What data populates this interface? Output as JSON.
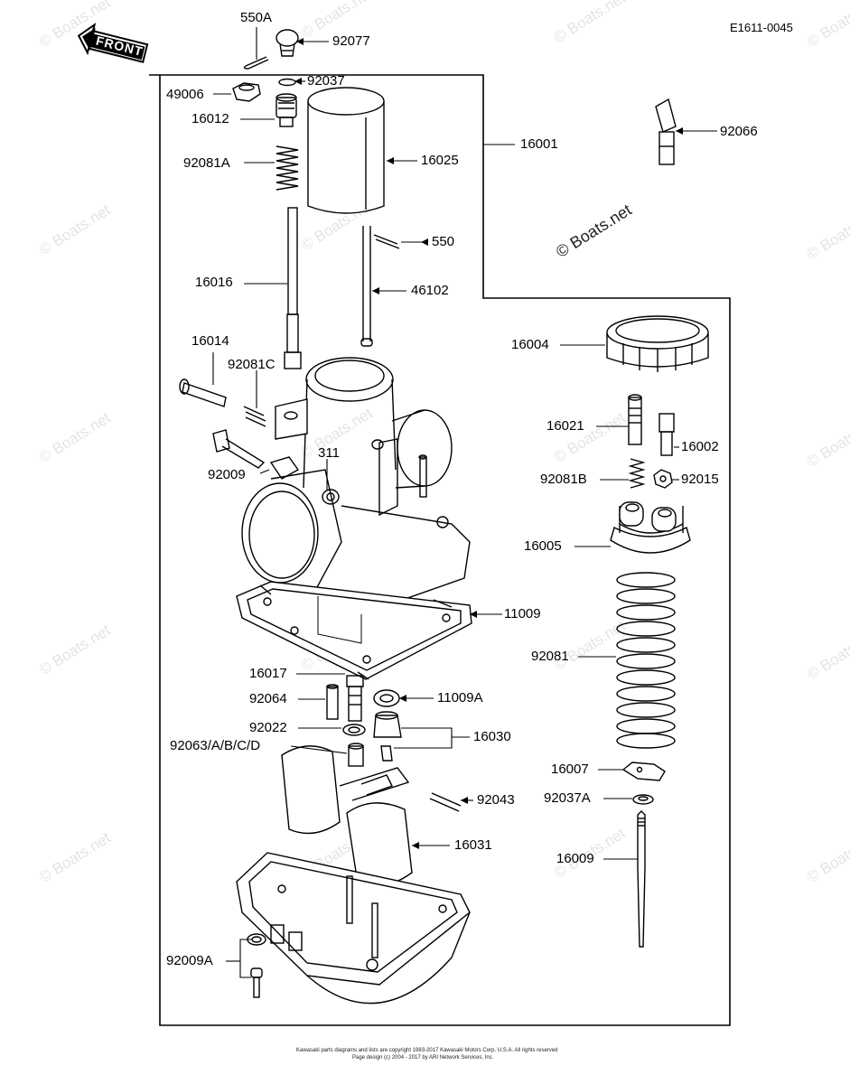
{
  "diagram_code": "E1611-0045",
  "front_label": "FRONT",
  "watermark": "© Boats.net",
  "footer_lines": [
    "Kawasaki parts diagrams and lists are copyright 1983-2017 Kawasaki Motors Corp. U.S.A. All rights reserved",
    "Page design (c) 2004 - 2017 by ARI Network Services, Inc."
  ],
  "parts": {
    "p550A": "550A",
    "p92077": "92077",
    "p92037": "92037",
    "p49006": "49006",
    "p16012": "16012",
    "p92081A": "92081A",
    "p16025": "16025",
    "p16001": "16001",
    "p92066": "92066",
    "p550": "550",
    "p16016": "16016",
    "p46102": "46102",
    "p16014": "16014",
    "p92081C": "92081C",
    "p16004": "16004",
    "p311": "311",
    "p16021": "16021",
    "p16002": "16002",
    "p92009": "92009",
    "p92081B": "92081B",
    "p92015": "92015",
    "p16005": "16005",
    "p11009": "11009",
    "p92081": "92081",
    "p16017": "16017",
    "p92064": "92064",
    "p11009A": "11009A",
    "p92022": "92022",
    "p16030": "16030",
    "p92063": "92063/A/B/C/D",
    "p16007": "16007",
    "p92043": "92043",
    "p92037A": "92037A",
    "p16031": "16031",
    "p16009": "16009",
    "p92009A": "92009A"
  }
}
